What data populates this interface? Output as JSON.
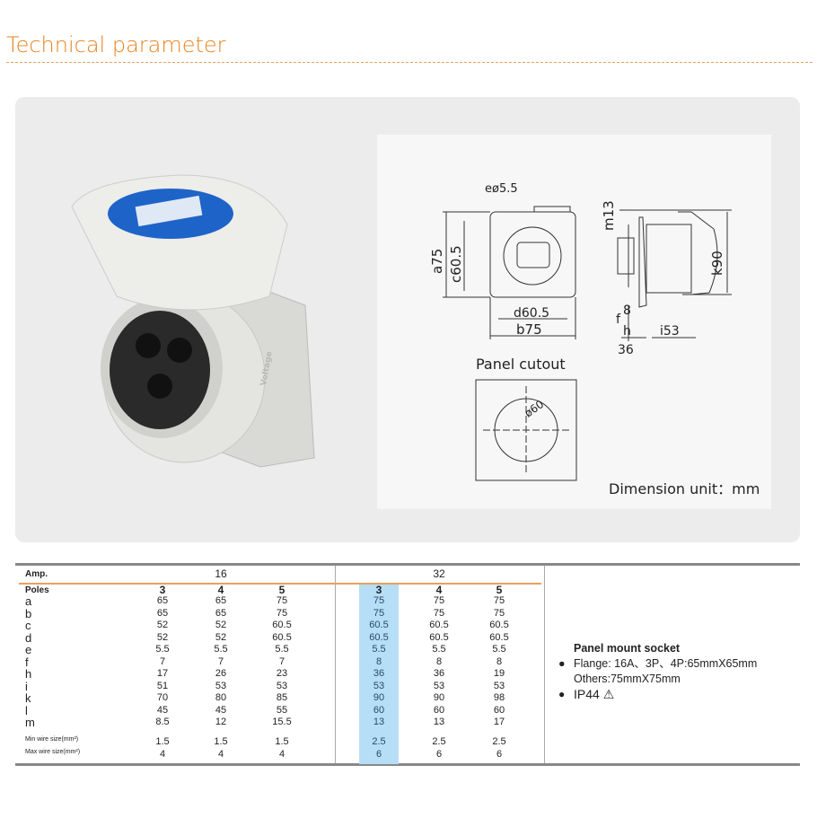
{
  "title": "Technical parameter",
  "diagram": {
    "labels": {
      "e": "eø5.5",
      "a": "a75",
      "c": "c60.5",
      "d": "d60.5",
      "b": "b75",
      "m": "m13",
      "k": "k90",
      "f": "f",
      "f_val": "8",
      "h": "h",
      "h_val": "36",
      "i": "i53",
      "cutout_dia": "ø60"
    },
    "panel_cutout": "Panel cutout",
    "dimension_unit": "Dimension unit：mm"
  },
  "product": {
    "brand_text": "Voltage"
  },
  "table": {
    "amp_label": "Amp.",
    "amp_groups": [
      "16",
      "32"
    ],
    "poles_label": "Poles",
    "poles": [
      "3",
      "4",
      "5",
      "3",
      "4",
      "5"
    ],
    "rows": [
      {
        "label": "a",
        "values": [
          "65",
          "65",
          "75",
          "75",
          "75",
          "75"
        ]
      },
      {
        "label": "b",
        "values": [
          "65",
          "65",
          "75",
          "75",
          "75",
          "75"
        ]
      },
      {
        "label": "c",
        "values": [
          "52",
          "52",
          "60.5",
          "60.5",
          "60.5",
          "60.5"
        ]
      },
      {
        "label": "d",
        "values": [
          "52",
          "52",
          "60.5",
          "60.5",
          "60.5",
          "60.5"
        ]
      },
      {
        "label": "e",
        "values": [
          "5.5",
          "5.5",
          "5.5",
          "5.5",
          "5.5",
          "5.5"
        ]
      },
      {
        "label": "f",
        "values": [
          "7",
          "7",
          "7",
          "8",
          "8",
          "8"
        ]
      },
      {
        "label": "h",
        "values": [
          "17",
          "26",
          "23",
          "36",
          "36",
          "19"
        ]
      },
      {
        "label": "i",
        "values": [
          "51",
          "53",
          "53",
          "53",
          "53",
          "53"
        ]
      },
      {
        "label": "k",
        "values": [
          "70",
          "80",
          "85",
          "90",
          "90",
          "98"
        ]
      },
      {
        "label": "l",
        "values": [
          "45",
          "45",
          "55",
          "60",
          "60",
          "60"
        ]
      },
      {
        "label": "m",
        "values": [
          "8.5",
          "12",
          "15.5",
          "13",
          "13",
          "17"
        ]
      },
      {
        "label": "Min wire size(mm²)",
        "values": [
          "1.5",
          "1.5",
          "1.5",
          "2.5",
          "2.5",
          "2.5"
        ]
      },
      {
        "label": "Max wire size(mm²)",
        "values": [
          "4",
          "4",
          "4",
          "6",
          "6",
          "6"
        ]
      }
    ],
    "highlight_color": "#b6def6"
  },
  "info": {
    "heading": "Panel mount socket",
    "flange": "Flange: 16A、3P、4P:65mmX65mm",
    "others": "Others:75mmX75mm",
    "ip": "IP44",
    "ip_icon": "warning-triangle-icon"
  },
  "colors": {
    "accent": "#e8821e"
  }
}
